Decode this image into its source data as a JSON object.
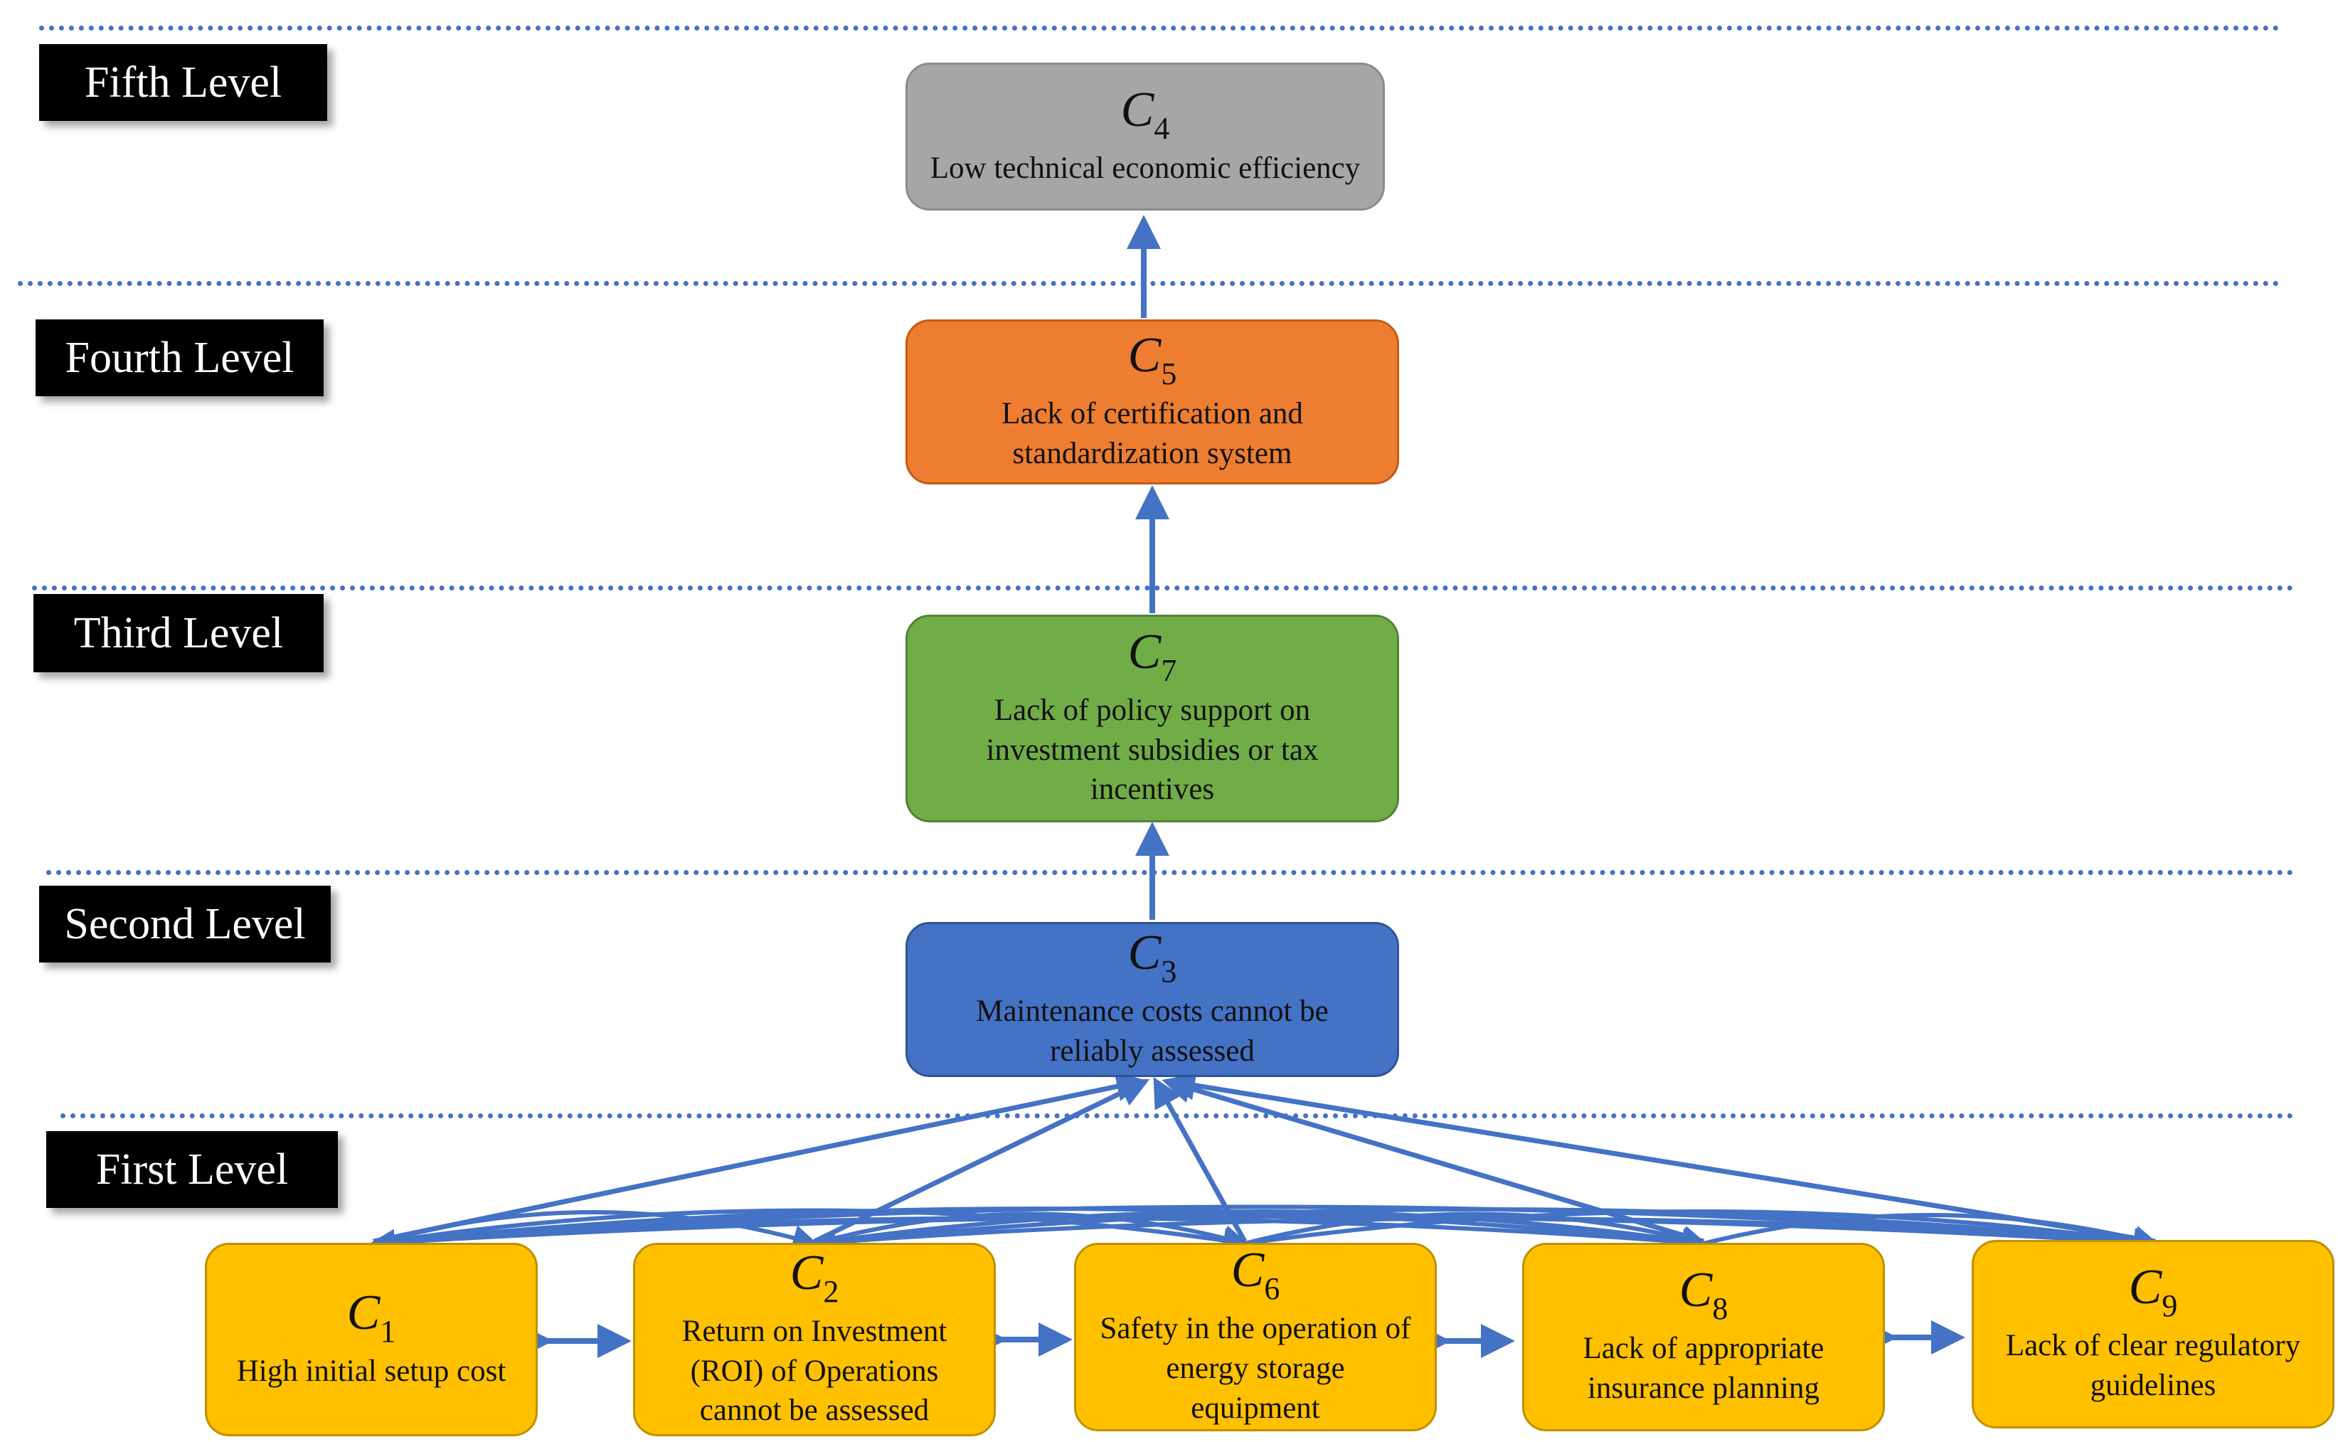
{
  "levels": {
    "fifth": "Fifth Level",
    "fourth": "Fourth Level",
    "third": "Third Level",
    "second": "Second Level",
    "first": "First Level"
  },
  "nodes": {
    "c4": {
      "letter": "C",
      "sub": "4",
      "text": "Low technical economic efficiency",
      "color": "#a6a6a6"
    },
    "c5": {
      "letter": "C",
      "sub": "5",
      "text_line1": "Lack of certification and",
      "text_line2": "standardization system",
      "color": "#ed7d31"
    },
    "c7": {
      "letter": "C",
      "sub": "7",
      "text_line1": "Lack of policy support on",
      "text_line2": "investment subsidies or tax",
      "text_line3": "incentives",
      "color": "#70ad47"
    },
    "c3": {
      "letter": "C",
      "sub": "3",
      "text_line1": "Maintenance costs cannot be",
      "text_line2": "reliably assessed",
      "color": "#4472c4"
    },
    "c1": {
      "letter": "C",
      "sub": "1",
      "text": "High initial setup cost",
      "color": "#ffc000"
    },
    "c2": {
      "letter": "C",
      "sub": "2",
      "text_line1": "Return on Investment",
      "text_line2": "(ROI) of Operations",
      "text_line3": "cannot be assessed",
      "color": "#ffc000"
    },
    "c6": {
      "letter": "C",
      "sub": "6",
      "text_line1": "Safety in the operation of",
      "text_line2": "energy storage",
      "text_line3": "equipment",
      "color": "#ffc000"
    },
    "c8": {
      "letter": "C",
      "sub": "8",
      "text_line1": "Lack of appropriate",
      "text_line2": "insurance planning",
      "color": "#ffc000"
    },
    "c9": {
      "letter": "C",
      "sub": "9",
      "text_line1": "Lack of clear regulatory",
      "text_line2": "guidelines",
      "color": "#ffc000"
    }
  },
  "colors": {
    "arrow": "#4472c4",
    "separator": "#4472c4",
    "label_bg": "#000000"
  },
  "edges": [
    {
      "from": "c5",
      "to": "c4"
    },
    {
      "from": "c7",
      "to": "c5"
    },
    {
      "from": "c3",
      "to": "c7"
    },
    {
      "from": "c1",
      "to": "c3"
    },
    {
      "from": "c2",
      "to": "c3"
    },
    {
      "from": "c6",
      "to": "c3"
    },
    {
      "from": "c8",
      "to": "c3"
    },
    {
      "from": "c9",
      "to": "c3"
    },
    {
      "from": "c1",
      "to": "c2",
      "bidirectional": true
    },
    {
      "from": "c2",
      "to": "c6",
      "bidirectional": true
    },
    {
      "from": "c6",
      "to": "c8",
      "bidirectional": true
    },
    {
      "from": "c8",
      "to": "c9",
      "bidirectional": true
    }
  ]
}
